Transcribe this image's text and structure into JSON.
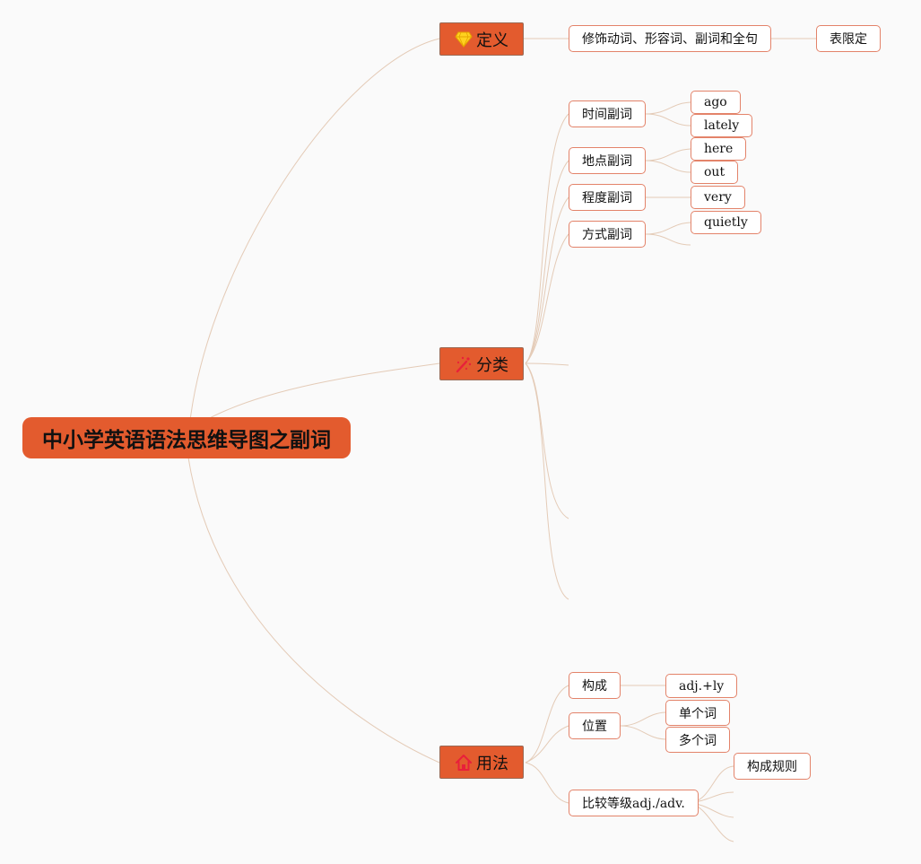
{
  "root": {
    "title": "中小学英语语法思维导图之副词"
  },
  "colors": {
    "accent": "#e35b2e",
    "node_border": "#e3836a",
    "link": "#e4cbb7",
    "background": "#fafafa"
  },
  "branches": {
    "definition": {
      "label": "定义",
      "icon": "diamond-icon",
      "children": [
        {
          "label": "修饰动词、形容词、副词和全句",
          "children": [
            "表限定"
          ]
        }
      ]
    },
    "classification": {
      "label": "分类",
      "icon": "magic-wand-icon",
      "children": [
        {
          "label": "时间副词",
          "children": [
            "ago",
            "lately"
          ]
        },
        {
          "label": "地点副词",
          "children": [
            "here",
            "out"
          ]
        },
        {
          "label": "程度副词",
          "children": [
            "very"
          ]
        },
        {
          "label": "方式副词",
          "children": [
            "quietly"
          ]
        }
      ]
    },
    "usage": {
      "label": "用法",
      "icon": "house-icon",
      "children": [
        {
          "label": "构成",
          "children": [
            "adj.+ly"
          ]
        },
        {
          "label": "位置",
          "children": [
            "单个词",
            "多个词"
          ]
        },
        {
          "label": "比较等级adj./adv.",
          "children": [
            "构成规则"
          ]
        }
      ]
    }
  }
}
